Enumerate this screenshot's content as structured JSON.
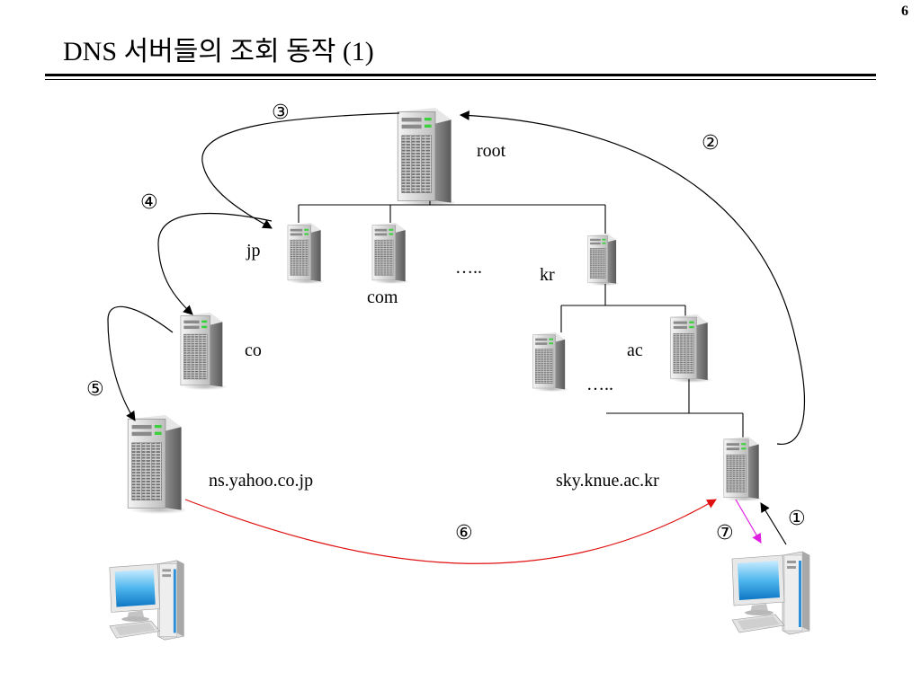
{
  "page_number": "6",
  "title": "DNS 서버들의 조회 동작 (1)",
  "nodes": {
    "root": "root",
    "jp": "jp",
    "com": "com",
    "dots_top": "…..",
    "kr": "kr",
    "co": "co",
    "ac": "ac",
    "dots_mid": "…..",
    "ns": "ns.yahoo.co.jp",
    "sky": "sky.knue.ac.kr"
  },
  "steps": [
    "①",
    "②",
    "③",
    "④",
    "⑤",
    "⑥",
    "⑦"
  ],
  "colors": {
    "step6_arrow": "#e01010",
    "step7_arrow": "#e020e0",
    "default_arrow": "#000000"
  }
}
